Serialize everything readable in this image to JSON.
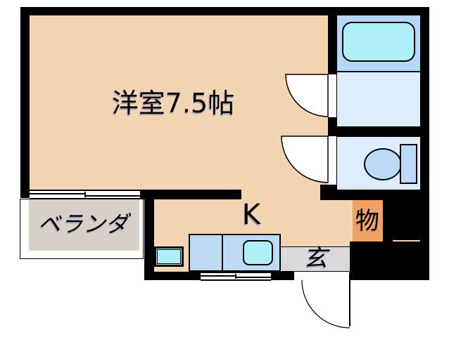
{
  "plan_title": "apartment-floor-plan",
  "labels": {
    "main_room": "洋室7.5帖",
    "kitchen": "K",
    "veranda": "ベランダ",
    "storage": "物",
    "entrance": "玄"
  },
  "colors": {
    "wall": "#000000",
    "main_room_floor": "#F3D5B3",
    "veranda_floor": "#D8D1C8",
    "bathroom_floor": "#B5D8F8",
    "washroom_floor": "#DDEDFC",
    "toilet_floor": "#DDEDFC",
    "storage_floor": "#F1A263",
    "entrance_floor": "#DADADA",
    "bathtub": "#ADF0F8",
    "toilet_fixture": "#BADAF8",
    "kitchen_counter": "#BEDAF5",
    "kitchen_sink": "#AFF0F6",
    "stove": "#AFF0F6",
    "closet_line": "#F2CDB2"
  },
  "fixtures": {
    "bathtub": "bathtub-shape",
    "toilet": "toilet-bowl-and-tank",
    "kitchen_sink": "rounded-sink",
    "kitchen_counter": "two-segment-counter",
    "stove": "stove-square",
    "doors": "quarter-circle-swing-arcs",
    "windows": "double-track-sliding-window-symbol"
  }
}
